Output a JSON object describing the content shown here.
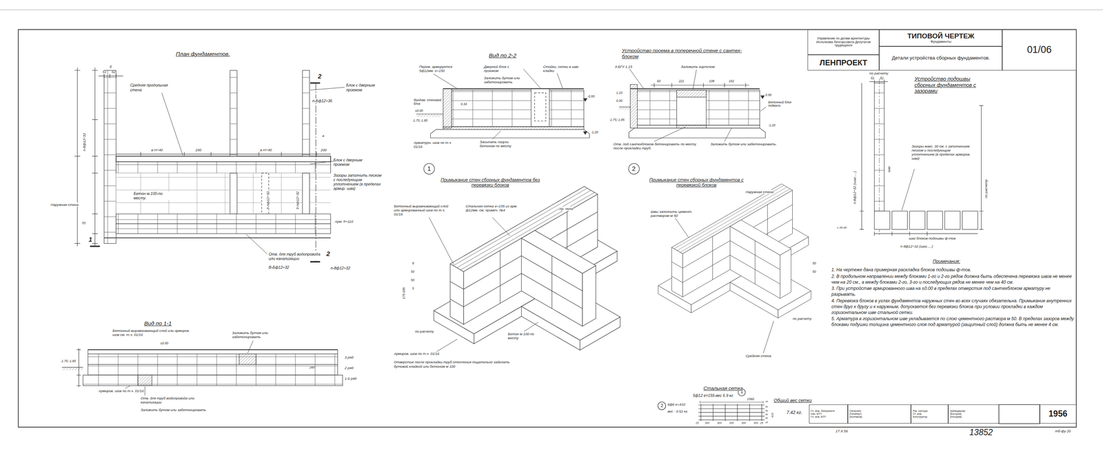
{
  "diagram": {
    "nodes": [
      {
        "text": [
          "Управление по делам архитектуры Исполкома Ленгорсовета Депутатов трудящихся"
        ]
      },
      {
        "text": [
          "ЛЕНПРОЕКТ"
        ]
      },
      {
        "text": [
          "ТИПОВОЙ ЧЕРТЕЖ",
          "Фундаменты"
        ]
      },
      {
        "text": [
          "Детали устройства сборных фундаментов."
        ]
      },
      {
        "text": [
          "01/06"
        ]
      },
      {
        "text": [
          "Гл. инж. Ленпроекта",
          "Нач. БТП",
          "Гл. инж. БТП"
        ]
      },
      {
        "text": [
          "(Чечелин)",
          "(Гинзберг)",
          "(Колпаков)"
        ]
      },
      {
        "text": [
          "Рук. сектора",
          "Ст. инж.",
          "Конструктор"
        ]
      },
      {
        "text": [
          "(Шеводеров)",
          "(Косоров)",
          "(Носарев)"
        ]
      },
      {
        "text": [
          "1956"
        ]
      },
      {
        "text": [
          "1"
        ]
      },
      {
        "text": [
          "2"
        ]
      },
      {
        "text": [
          "1"
        ]
      },
      {
        "text": [
          "2"
        ]
      }
    ],
    "labels": [
      "План фундаментов.",
      "б",
      "б1",
      "б2",
      "Средняя продольная стена",
      "2",
      "n-Бф12÷36",
      "Блок с дверным проемом",
      "в-Н+40",
      "200",
      "в-Н+40",
      "200",
      "а",
      "Блок с дверным проемом",
      "Зазоры заполнить песком с последующим уплотнением (в пределах армир. шва)",
      "n-Бф12÷32",
      "Наружная стена",
      "70",
      "Бетон м.100-по месту.",
      "3-Аф12÷32",
      "3-Аф12÷32",
      "Арм. h+110",
      "1",
      "Отв. для труб водопровода или канализации",
      "В-Бф12÷32",
      "2",
      "n-8ф12÷32",
      "Вид по 2-2",
      "Перем. армируется 5ф12мм. е=150",
      "Дверной блок с проемом",
      "Стойки, сетки в шве кладки",
      "Заложить бутом или забетонировать",
      "Фундам. стеновой блок",
      "±0.00",
      "0.34",
      "-0.95",
      "-1.20",
      "-1.75;-1.85",
      "Засыпать пазухи бетоном по месту",
      "Арматурн. шов по т.ч. 01/16",
      "Примыкание стен сборных фундаментов без перевязки блоков",
      "Устройство проема в поперечной стене с сантех-блоком",
      "3-БГУ 1.15",
      "Заложить кирпичом",
      "60",
      "221",
      "108",
      "192",
      "1.10",
      "0.00",
      "0.95",
      "Бетонный блок подвала.",
      "-1.20",
      "-1.75;-1.85",
      "Отв. под сантехблоком бетонировать по месту после прокладки труб.",
      "Заложить бутом или забетонировать.",
      "Примыкание стен сборных фундаментов с перевязкой блоков",
      "Бетонный выравнивающий слой или армированный шов по т.ч. 01/16",
      "Стальная сетка е=155 из арм. ф12мм. см. примеч. №4",
      "Ур. пола",
      "175-185",
      "8",
      "50",
      "50",
      "5",
      "по расчету",
      "Бетон м 100-по месту",
      "Армиров. шов по т.ч. 01/16",
      "Отверстие после прокладки труб отопления тщательно заделать бутовой кладкой или бетоном м 100",
      "Швы заполнить цемент. раствором м-50",
      "Наружная стена",
      "50",
      "50",
      "по расчету",
      "Средняя стена",
      "Стальная сетка",
      "5ф12 е=155-вес 6.9 кг",
      "1560",
      "25",
      "300",
      "300",
      "300",
      "300",
      "300",
      "25",
      "25",
      "90",
      "90",
      "90",
      "90",
      "25",
      "410",
      "6ф6 е=410",
      "вес - 0.52 кг.",
      "Общий вес сетки",
      "7.42 кг.",
      "по расчету",
      "б1",
      "б2",
      "Устройство подошвы сборных фундаментов с зазорами",
      "Зазоры макс. 30 см. с заполнением песком и последующим уплотнением (в пределах армиров. шва)",
      "шаг",
      "n-Бф12÷32 (шаг.....)",
      "по расчету",
      "с-30-40",
      "шаг блоков подошвы ф-тов",
      "n-8ф12÷32 (шаг.....)",
      "Примечания:",
      "1. На чертеже дана примерная раскладка блоков подошвы ф-тов.",
      "2. В продольном направлении между блоками 1-го и 2-го рядов должна быть обеспечена перевязка швов не менее чем на 20 см., а между блоками 2-го, 3-го и последующих рядов не менее чем на 40 см.",
      "3. При устройстве армированного шва на ±0.00 в пределах отверстия под сантехблоком арматуру не разрывать.",
      "4. Перевязка блоков в углах фундаментов наружных стен во всех случаях обязательна. Примыкание внутренних стен друг к другу и к наружным, допускается без перевязки блоков при условии прокладки в каждом горизонтальном шве стальной сетки.",
      "5. Арматура в горизонтальном шве укладывается по слою цементного раствора м 50. В пределах зазоров между блоками подушки толщина цементного слоя под арматурой (защитный слой) должна быть не менее 4 см.",
      "Вид по 1-1",
      "Бетонный выравнивающий слой или армиров. шов см. т.ч. 01/16",
      "Заложить бутом или забетонировать",
      "±0.00",
      "3 ряд",
      "2 ряд",
      "1-й ряд",
      "280",
      "-1.75;-1.85",
      "Армиров. шов по т.ч. 01/16",
      "Отв. для труб водопровода или канализации",
      "Заложить бутом или забетонировать",
      "17.X.56",
      "13852",
      "тб-фу 20"
    ]
  }
}
